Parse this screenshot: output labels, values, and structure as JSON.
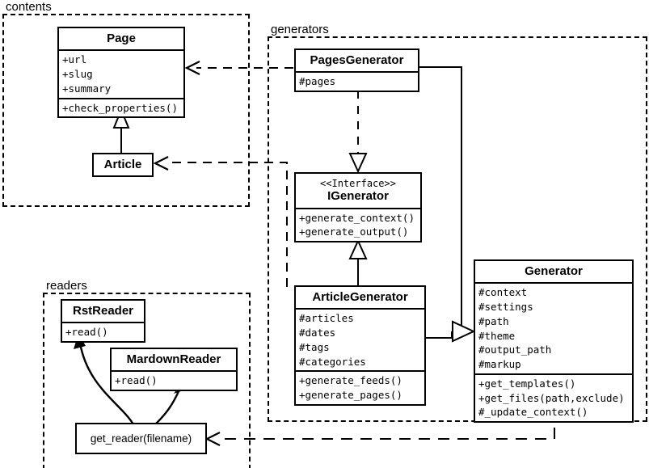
{
  "diagram": {
    "type": "uml-class-diagram",
    "packages": [
      {
        "id": "contents",
        "label": "contents"
      },
      {
        "id": "generators",
        "label": "generators"
      },
      {
        "id": "readers",
        "label": "readers"
      }
    ],
    "classes": {
      "page": {
        "name": "Page",
        "attributes": [
          "+url",
          "+slug",
          "+summary"
        ],
        "methods": [
          "+check_properties()"
        ]
      },
      "article": {
        "name": "Article",
        "attributes": [],
        "methods": []
      },
      "pages_generator": {
        "name": "PagesGenerator",
        "attributes": [
          "#pages"
        ],
        "methods": []
      },
      "igenerator": {
        "stereotype": "<<Interface>>",
        "name": "IGenerator",
        "attributes": [],
        "methods": [
          "+generate_context()",
          "+generate_output()"
        ]
      },
      "article_generator": {
        "name": "ArticleGenerator",
        "attributes": [
          "#articles",
          "#dates",
          "#tags",
          "#categories"
        ],
        "methods": [
          "+generate_feeds()",
          "+generate_pages()"
        ]
      },
      "generator": {
        "name": "Generator",
        "attributes": [
          "#context",
          "#settings",
          "#path",
          "#theme",
          "#output_path",
          "#markup"
        ],
        "methods": [
          "+get_templates()",
          "+get_files(path,exclude)",
          "#_update_context()"
        ]
      },
      "rst_reader": {
        "name": "RstReader",
        "attributes": [],
        "methods": [
          "+read()"
        ]
      },
      "mardown_reader": {
        "name": "MardownReader",
        "attributes": [],
        "methods": [
          "+read()"
        ]
      },
      "get_reader": {
        "name": "get_reader(filename)"
      }
    },
    "relationships": [
      {
        "from": "article",
        "to": "page",
        "type": "generalization"
      },
      {
        "from": "pages_generator",
        "to": "igenerator",
        "type": "realization"
      },
      {
        "from": "article_generator",
        "to": "igenerator",
        "type": "generalization"
      },
      {
        "from": "pages_generator",
        "to": "generator",
        "type": "generalization"
      },
      {
        "from": "article_generator",
        "to": "generator",
        "type": "generalization"
      },
      {
        "from": "pages_generator",
        "to": "page",
        "type": "dependency"
      },
      {
        "from": "article_generator",
        "to": "article",
        "type": "dependency"
      },
      {
        "from": "generator",
        "to": "get_reader",
        "type": "dependency"
      },
      {
        "from": "get_reader",
        "to": "rst_reader",
        "type": "returns"
      },
      {
        "from": "get_reader",
        "to": "mardown_reader",
        "type": "returns"
      }
    ],
    "colors": {
      "line": "#000000",
      "background": "#ffffff"
    }
  }
}
